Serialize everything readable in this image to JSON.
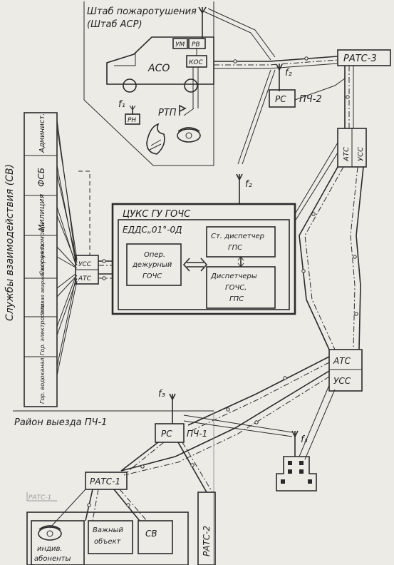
{
  "hq": {
    "title": "Штаб пожаротушения",
    "subtitle": "(Штаб АСР)",
    "aso": "АСО",
    "um": "УМ",
    "rv": "РВ",
    "kos": "КОС",
    "rn": "РН",
    "rtp": "РТП"
  },
  "exchanges": {
    "rats3": "РАТС-3",
    "pch2": "ПЧ-2",
    "rs": "РС",
    "ats": "АТС",
    "uss": "УСС",
    "rats1": "РАТС-1",
    "rats2": "РАТС-2",
    "pch1": "ПЧ-1"
  },
  "freq": {
    "f1": "f₁",
    "f2": "f₂",
    "f3": "f₃"
  },
  "center": {
    "title": "ЦУКС ГУ ГОЧС",
    "edds": "ЕДДС„01°-0Д",
    "oper_line1": "Опер.",
    "oper_line2": "дежурный",
    "oper_line3": "ГОЧС",
    "disp_line1": "Ст. диспетчер",
    "disp_line2": "ГПС",
    "disps_line1": "Диспетчеры",
    "disps_line2": "ГОЧС,",
    "disps_line3": "ГПС"
  },
  "services": {
    "heading": "Службы взаимодействия (СВ)",
    "items": [
      "Админист.",
      "ФСБ",
      "Милиция",
      "Скорая помощь",
      "Газовая аварийная служба",
      "Гор. электросети",
      "Гор. водоканал"
    ]
  },
  "district": {
    "title": "Район выезда ПЧ-1",
    "rats_label": "РАТС-1",
    "subscribers_line1": "индив.",
    "subscribers_line2": "абоненты",
    "important_line1": "Важный",
    "important_line2": "объект",
    "sv": "СВ"
  }
}
